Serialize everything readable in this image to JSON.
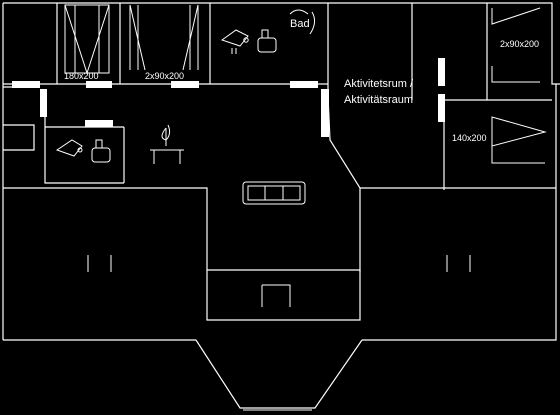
{
  "floorplan": {
    "rooms": {
      "bed1": {
        "label": "180x200"
      },
      "bed2": {
        "label": "2x90x200"
      },
      "bed3": {
        "label": "2x90x200"
      },
      "bed4": {
        "label": "140x200"
      },
      "activity": {
        "line1": "Aktivitetsrum /",
        "line2": "Aktivitätsraum"
      },
      "sauna": {
        "label": "Bad"
      }
    },
    "icons": [
      "bed-icon",
      "toilet-icon",
      "sink-icon",
      "sofa-icon",
      "fireplace-icon",
      "stair-icon"
    ],
    "colors": {
      "background": "#000000",
      "lines": "#ffffff"
    }
  }
}
